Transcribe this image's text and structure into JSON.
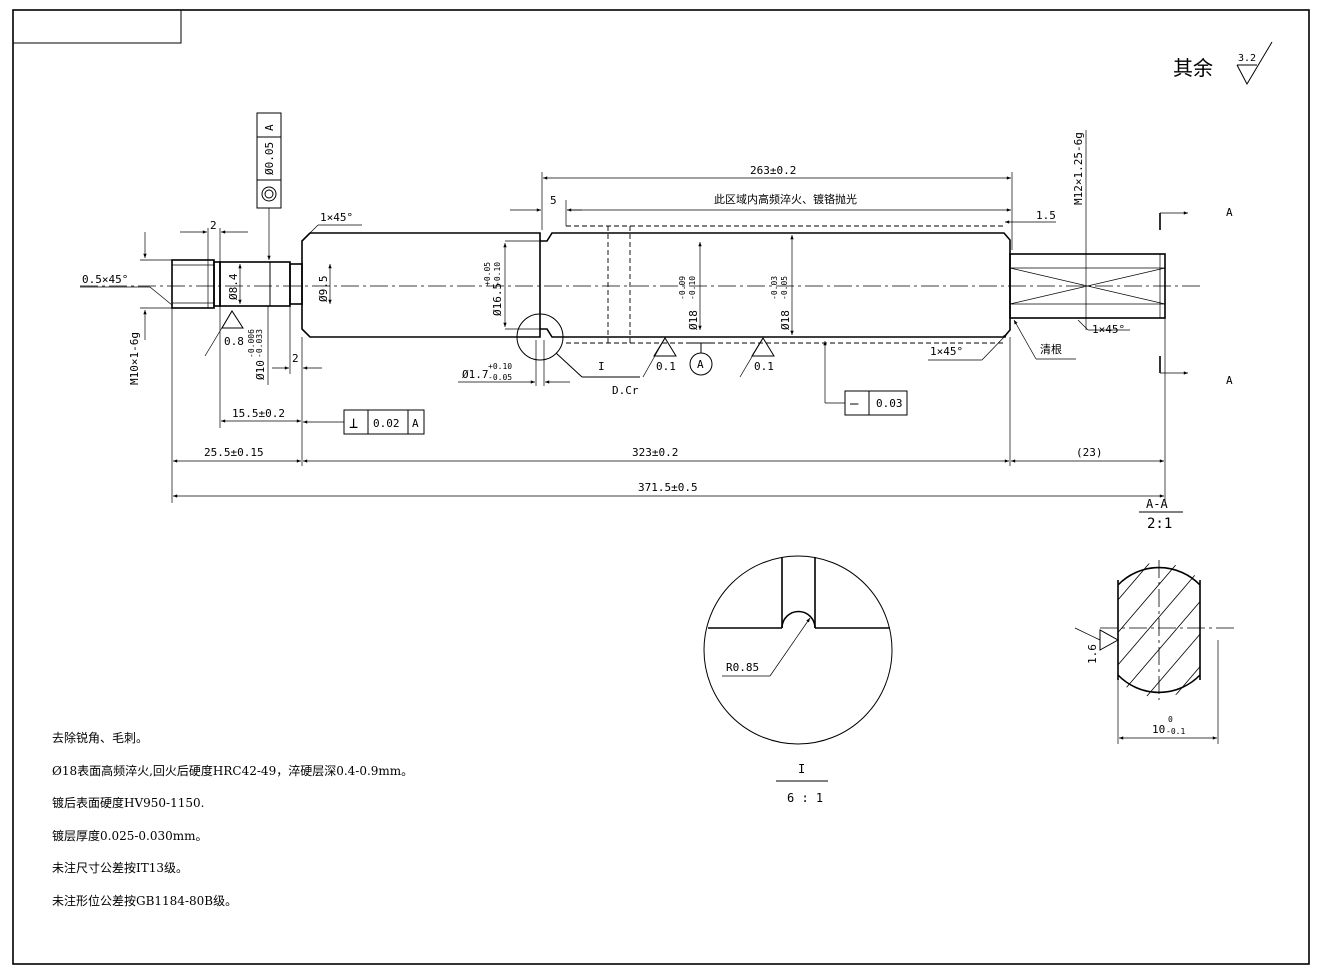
{
  "surface_finish": {
    "prefix": "其余",
    "value": "3.2"
  },
  "datum": {
    "label": "A",
    "view_label": "A"
  },
  "section_view": {
    "title": "A-A",
    "scale": "2:1",
    "roughness": "1.6",
    "width_dim": "10",
    "width_tol_upper": "0",
    "width_tol_lower": "-0.1"
  },
  "detail_view": {
    "label": "I",
    "scale": "6 : 1",
    "radius": "R0.85"
  },
  "dimensions": {
    "d_263": "263±0.2",
    "d_5": "5",
    "zone_note": "此区域内高频淬火、镀铬抛光",
    "d_1_5": "1.5",
    "thread_right": "M12×1.25-6g",
    "chamfer_1x45_top": "1×45°",
    "d_2_top": "2",
    "chamfer_0_5x45": "0.5×45°",
    "dia_8_4": "Ø8.4",
    "dia_9_5": "Ø9.5",
    "thread_left": "M10×1-6g",
    "roughness_0_8": "0.8",
    "dia_10": "Ø10",
    "dia_10_tol_upper": "-0.006",
    "dia_10_tol_lower": "-0.033",
    "d_2_bottom": "2",
    "dia_16_5": "Ø16.5",
    "dia_16_5_tol_upper": "+0.05",
    "dia_16_5_tol_lower": "-0.10",
    "dia_18_a": "Ø18",
    "dia_18_a_tol_upper": "-0.09",
    "dia_18_a_tol_lower": "-0.10",
    "dia_18_b": "Ø18",
    "dia_18_b_tol_upper": "-0.03",
    "dia_18_b_tol_lower": "-0.05",
    "dia_1_7": "Ø1.7",
    "dia_1_7_tol_upper": "+0.10",
    "dia_1_7_tol_lower": "-0.05",
    "detail_ref": "I",
    "dcr": "D.Cr",
    "roughness_0_1_a": "0.1",
    "roughness_0_1_b": "0.1",
    "chamfer_1x45_mid": "1×45°",
    "undercut_note": "清根",
    "chamfer_1x45_right": "1×45°",
    "d_15_5": "15.5±0.2",
    "d_25_5": "25.5±0.15",
    "d_323": "323±0.2",
    "d_23": "(23)",
    "d_371_5": "371.5±0.5"
  },
  "tolerances": {
    "concentricity": {
      "value": "Ø0.05",
      "datum": "A"
    },
    "perpendicularity": {
      "symbol": "⊥",
      "value": "0.02",
      "datum": "A"
    },
    "straightness": {
      "symbol": "—",
      "value": "0.03"
    }
  },
  "notes": [
    "去除锐角、毛刺。",
    "Ø18表面高频淬火,回火后硬度HRC42-49，淬硬层深0.4-0.9mm。",
    "镀后表面硬度HV950-1150.",
    "镀层厚度0.025-0.030mm。",
    "未注尺寸公差按IT13级。",
    "未注形位公差按GB1184-80B级。"
  ]
}
